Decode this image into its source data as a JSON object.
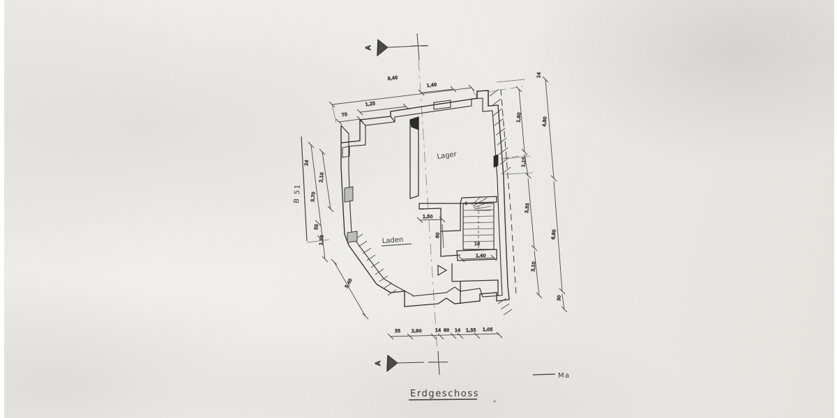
{
  "document": {
    "type": "architectural-floor-plan",
    "title": "Erdgeschoss",
    "street_label": "B 51",
    "scale_note": "Ma",
    "paper_color": "#efedE9",
    "ink_color": "#3a3a3a"
  },
  "rooms": [
    {
      "name": "Lager",
      "underlined": false
    },
    {
      "name": "Laden",
      "underlined": true
    }
  ],
  "section_markers": [
    {
      "label": "A",
      "position": "top"
    },
    {
      "label": "A",
      "position": "bottom"
    }
  ],
  "dimensions": {
    "top_chain": [
      "8,40",
      "1,40"
    ],
    "top_sub_chain": [
      "70",
      "1,25"
    ],
    "left_chain": [
      "24",
      "3,70",
      "2,10",
      "55",
      "1,38"
    ],
    "left_outer": [
      "5,40"
    ],
    "right_inner": [
      "1,60",
      "1,15",
      "3,55",
      "3,10"
    ],
    "right_outer": [
      "14",
      "4,80",
      "6,80",
      "30"
    ],
    "bottom_chain": [
      "35",
      "2,90",
      "14",
      "60",
      "14",
      "1,35",
      "1,05"
    ],
    "interior": [
      "1,50",
      "60",
      "1,40"
    ]
  }
}
